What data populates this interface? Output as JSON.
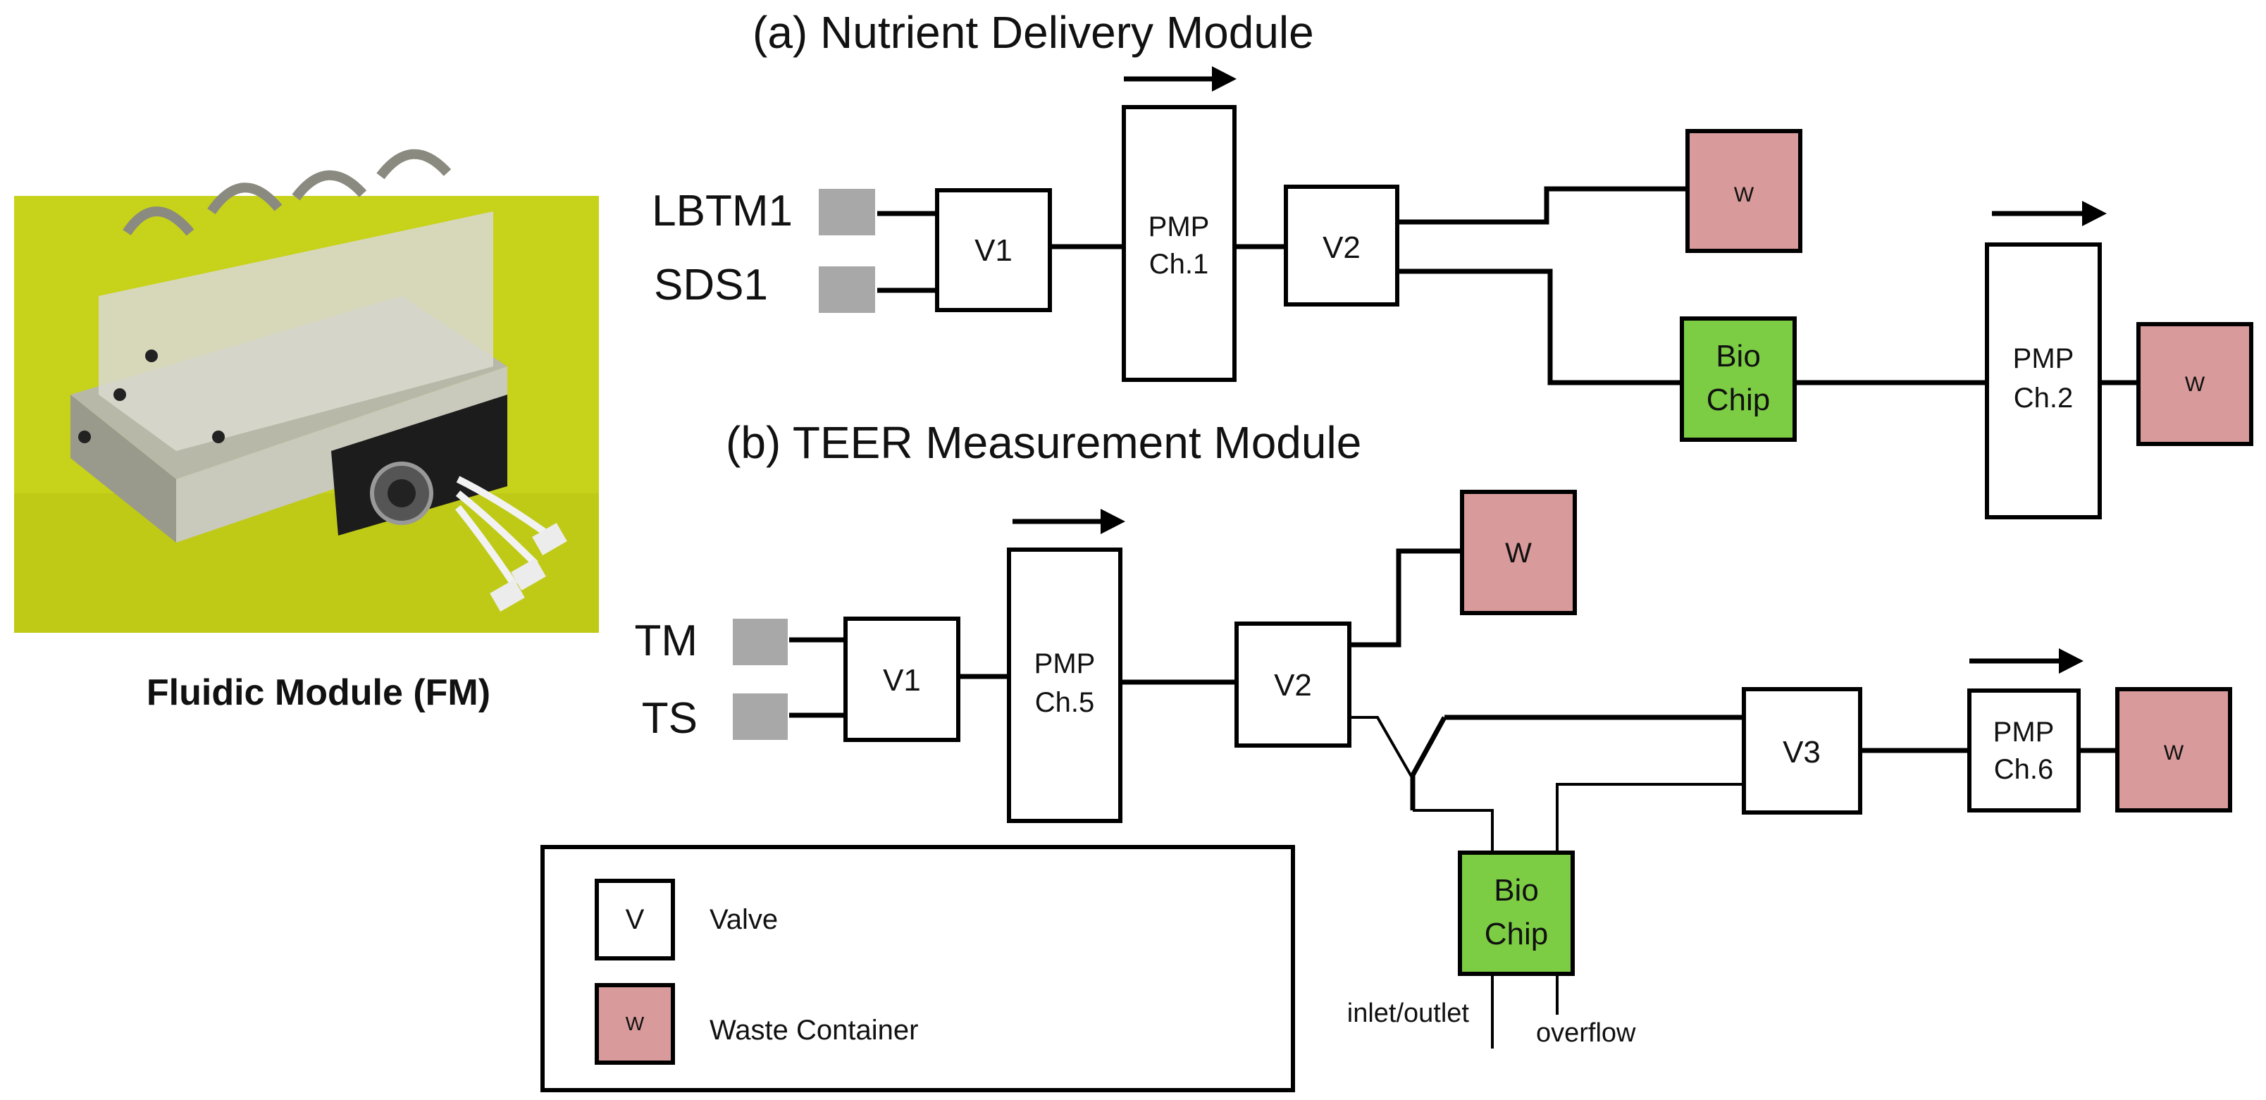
{
  "colors": {
    "waste": "#d89a9a",
    "biochip": "#7ccd44",
    "reservoir": "#a8a8a8",
    "photo_background": "#c7d21a"
  },
  "photo": {
    "caption": "Fluidic Module (FM)",
    "icon": "fluidic-module-photo"
  },
  "module_a": {
    "title": "(a) Nutrient Delivery Module",
    "inputs": [
      "LBTM1",
      "SDS1"
    ],
    "valve1": "V1",
    "pump1": {
      "line1": "PMP",
      "line2": "Ch.1"
    },
    "valve2": "V2",
    "waste1": "W",
    "biochip": {
      "line1": "Bio",
      "line2": "Chip"
    },
    "pump2": {
      "line1": "PMP",
      "line2": "Ch.2"
    },
    "waste2": "W"
  },
  "module_b": {
    "title": "(b) TEER Measurement Module",
    "inputs": [
      "TM",
      "TS"
    ],
    "valve1": "V1",
    "pump1": {
      "line1": "PMP",
      "line2": "Ch.5"
    },
    "valve2": "V2",
    "waste1": "W",
    "valve3": "V3",
    "pump2": {
      "line1": "PMP",
      "line2": "Ch.6"
    },
    "waste2": "W",
    "biochip": {
      "line1": "Bio",
      "line2": "Chip"
    },
    "port_labels": [
      "inlet/outlet",
      "overflow"
    ]
  },
  "legend": {
    "valve_symbol": "V",
    "valve_label": "Valve",
    "waste_symbol": "W",
    "waste_label": "Waste Container"
  }
}
